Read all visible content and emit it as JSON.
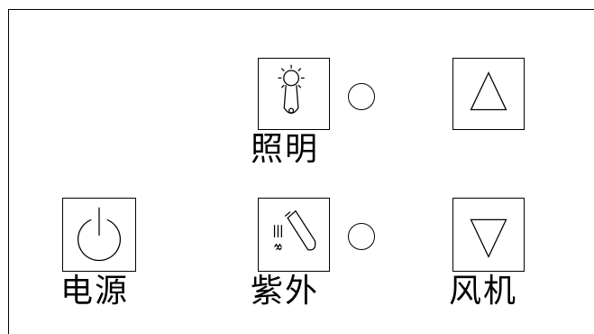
{
  "panel": {
    "lighting": {
      "label": "照明",
      "icon": "light-bulb-icon",
      "indicator": "off"
    },
    "uv": {
      "label": "紫外",
      "icon": "uv-lamp-icon",
      "indicator": "off"
    },
    "power": {
      "label": "电源",
      "icon": "power-icon"
    },
    "fan": {
      "label": "风机",
      "up_icon": "triangle-up-icon",
      "down_icon": "triangle-down-icon"
    }
  }
}
